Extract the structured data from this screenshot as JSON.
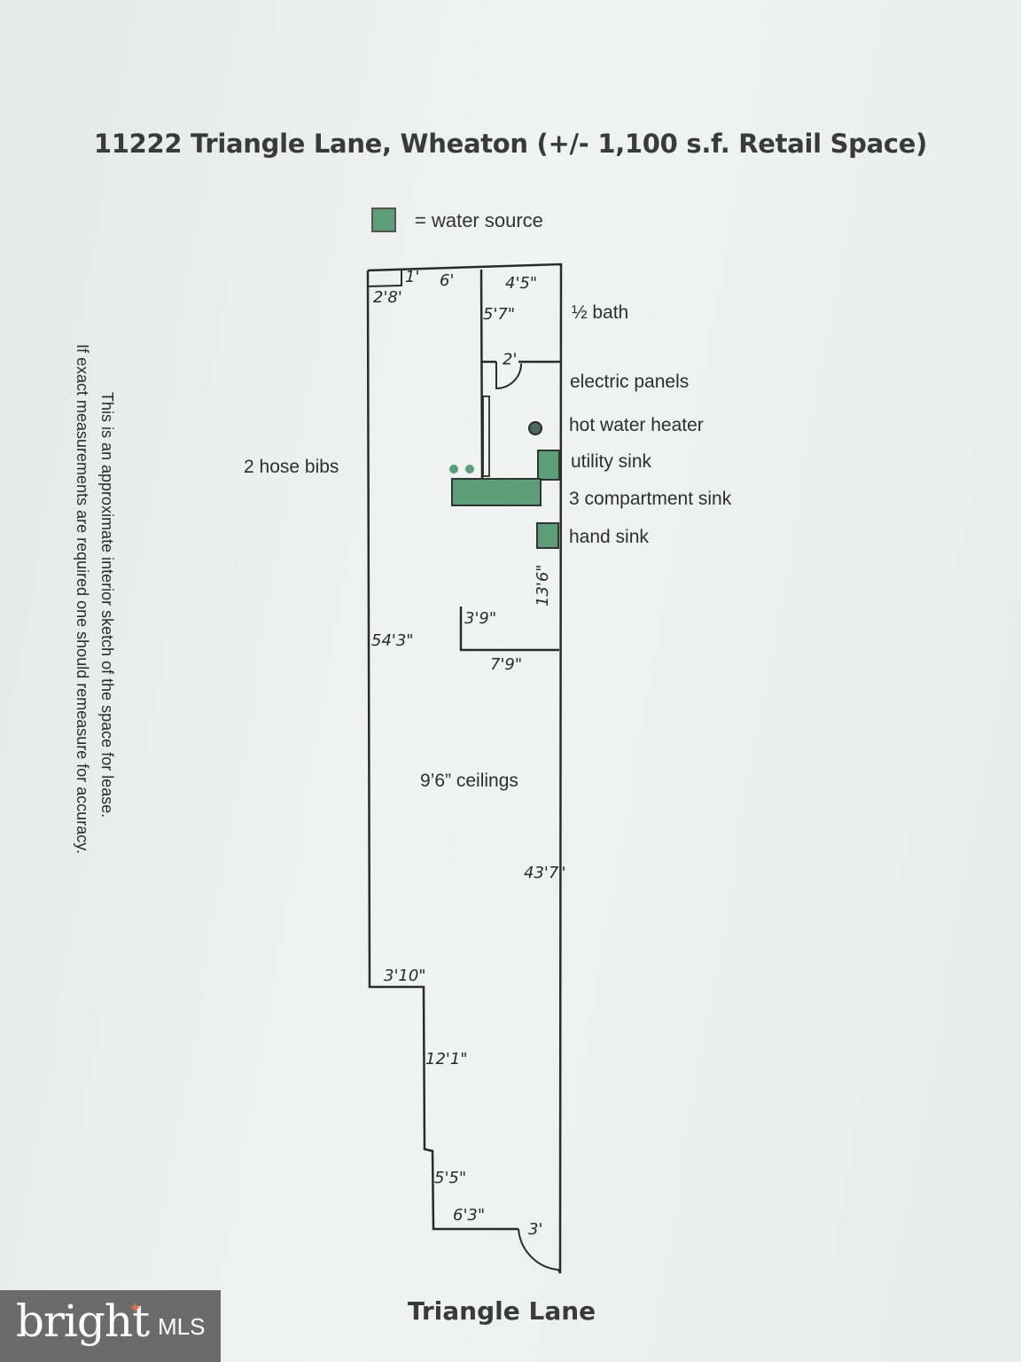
{
  "title": "11222 Triangle Lane, Wheaton (+/- 1,100 s.f. Retail Space)",
  "legend": {
    "text": "= water source",
    "color": "#5c9e78"
  },
  "labels": {
    "half_bath": "½ bath",
    "electric_panels": "electric panels",
    "hot_water_heater": "hot water heater",
    "utility_sink": "utility sink",
    "compartment_sink": "3 compartment sink",
    "hand_sink": "hand sink",
    "hose_bibs": "2 hose bibs",
    "ceilings": "9’6” ceilings"
  },
  "dimensions": {
    "d_1": "1'",
    "d_6": "6'",
    "d_2_8": "2'8'",
    "d_4_5": "4'5\"",
    "d_5_7": "5'7\"",
    "d_2": "2'",
    "d_13_6": "13'6\"",
    "d_3_9": "3'9\"",
    "d_7_9": "7'9\"",
    "d_54_3": "54'3\"",
    "d_43_7": "43'7\"",
    "d_3_10": "3'10\"",
    "d_12_1": "12'1\"",
    "d_5_5": "5'5\"",
    "d_6_3": "6'3\"",
    "d_3": "3'"
  },
  "note": {
    "line1": "This is an approximate interior sketch of the space for lease.",
    "line2": "If exact measurements are required one should remeasure for accuracy."
  },
  "street": "Triangle Lane",
  "watermark": {
    "brand": "bright",
    "suffix": "MLS"
  }
}
